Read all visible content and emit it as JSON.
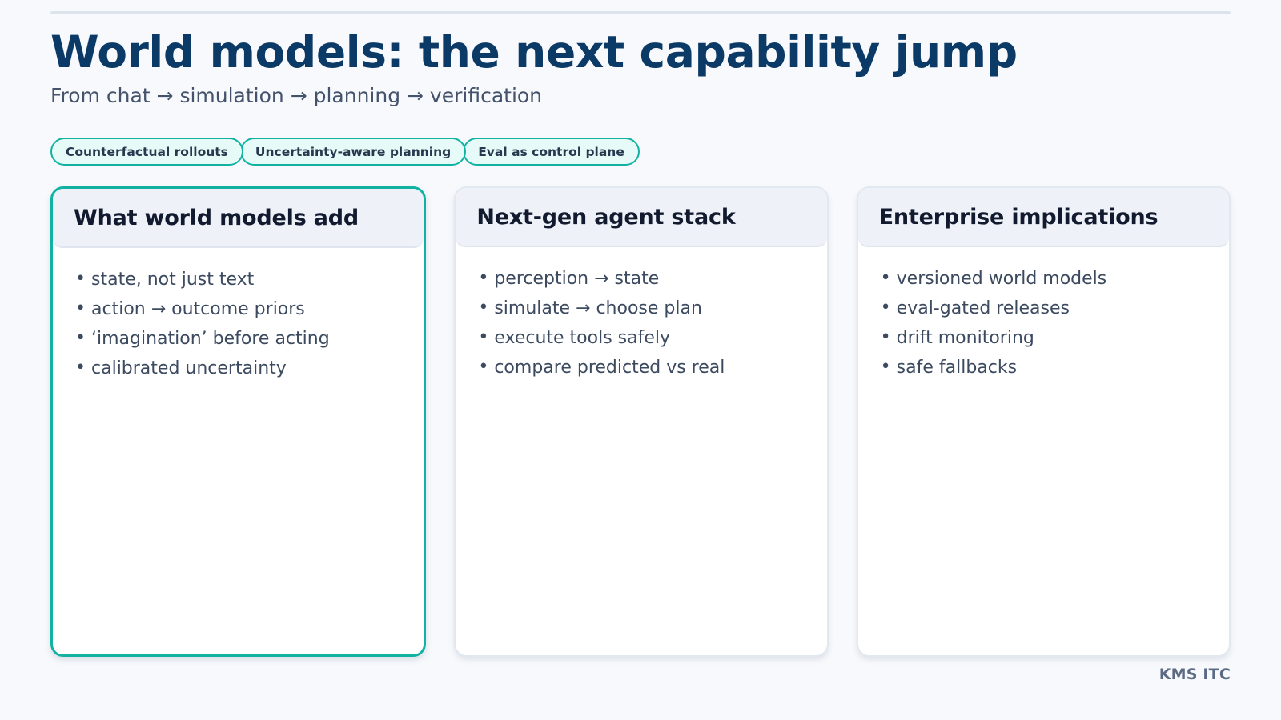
{
  "slide": {
    "title": "World models: the next capability jump",
    "subtitle": "From chat → simulation → planning → verification",
    "footer": "KMS ITC",
    "accent_color": "#12b2a2",
    "title_color": "#0c3a66",
    "background_color": "#f7f9fc"
  },
  "chips": [
    {
      "label": "Counterfactual rollouts"
    },
    {
      "label": "Uncertainty-aware planning"
    },
    {
      "label": "Eval as control plane"
    }
  ],
  "cards": [
    {
      "title": "What world models add",
      "highlighted": true,
      "bullets": [
        "state, not just text",
        "action → outcome priors",
        "‘imagination’ before acting",
        "calibrated uncertainty"
      ]
    },
    {
      "title": "Next-gen agent stack",
      "highlighted": false,
      "bullets": [
        "perception → state",
        "simulate → choose plan",
        "execute tools safely",
        "compare predicted vs real"
      ]
    },
    {
      "title": "Enterprise implications",
      "highlighted": false,
      "bullets": [
        "versioned world models",
        "eval-gated releases",
        "drift monitoring",
        "safe fallbacks"
      ]
    }
  ]
}
